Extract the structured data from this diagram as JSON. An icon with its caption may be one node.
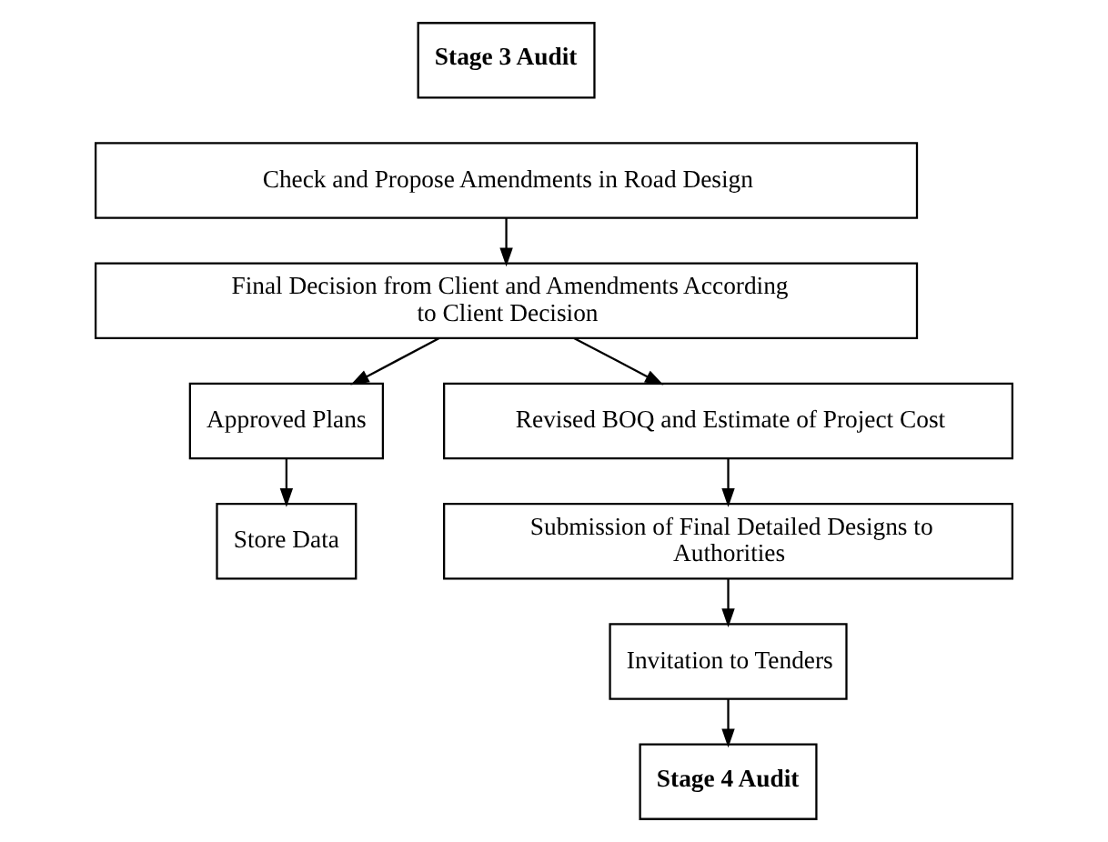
{
  "diagram": {
    "nodes": [
      {
        "text": [
          "Stage 3 Audit"
        ]
      },
      {
        "text": [
          "Check and Propose Amendments in Road Design"
        ]
      },
      {
        "text": [
          "Final Decision from Client and Amendments According to Client Decision"
        ]
      },
      {
        "text": [
          "Approved Plans"
        ]
      },
      {
        "text": [
          "Store Data"
        ]
      },
      {
        "text": [
          "Revised BOQ and Estimate of Project Cost"
        ]
      },
      {
        "text": [
          "Submission of Final Detailed Designs to Authorities"
        ]
      },
      {
        "text": [
          "Invitation to Tenders"
        ]
      },
      {
        "text": [
          "Stage 4 Audit"
        ]
      }
    ],
    "edges": [
      {
        "from": 1,
        "to": 2,
        "arrow": "to"
      },
      {
        "from": 2,
        "to": 3,
        "arrow": "to"
      },
      {
        "from": 2,
        "to": 5,
        "arrow": "to"
      },
      {
        "from": 3,
        "to": 4,
        "arrow": "to"
      },
      {
        "from": 5,
        "to": 6,
        "arrow": "to"
      },
      {
        "from": 6,
        "to": 7,
        "arrow": "to"
      },
      {
        "from": 7,
        "to": 8,
        "arrow": "to"
      }
    ]
  }
}
